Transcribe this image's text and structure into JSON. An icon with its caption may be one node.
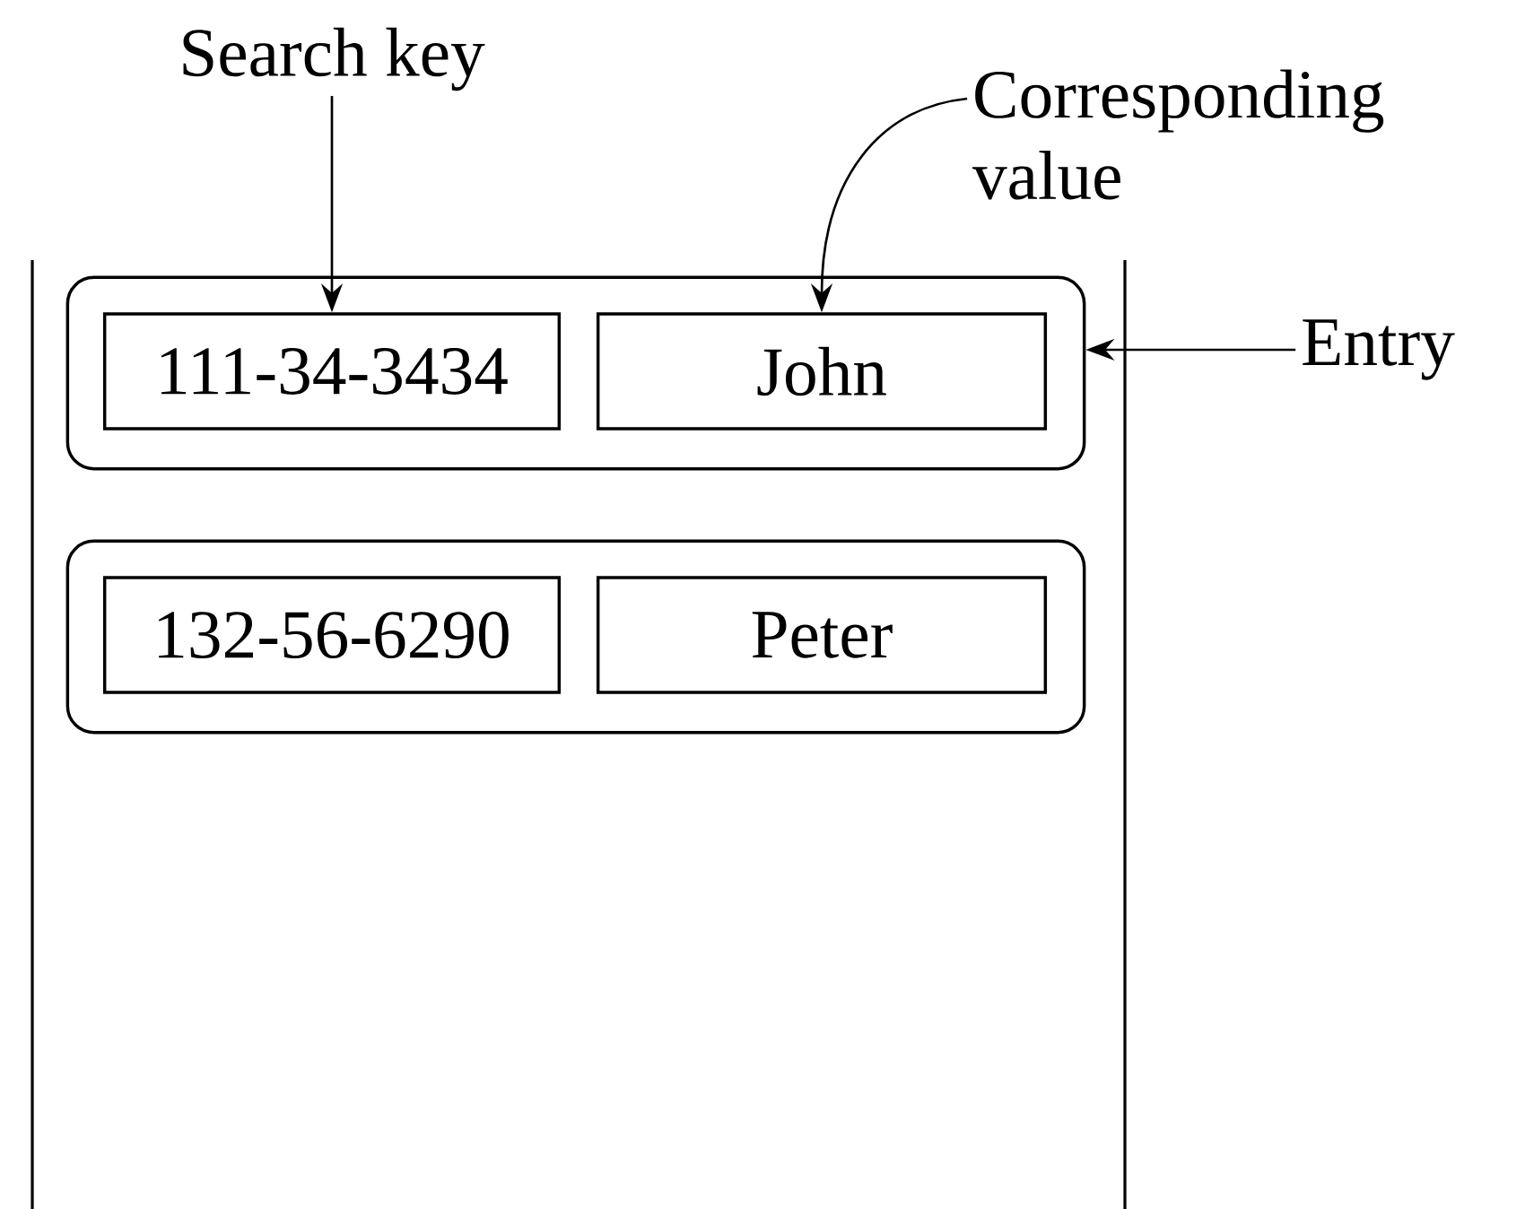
{
  "diagram": {
    "nodes": [
      {
        "text": [
          "Search key"
        ]
      },
      {
        "text": [
          "Corresponding value"
        ]
      },
      {
        "text": [
          "Entry"
        ]
      },
      {
        "text": [],
        "shape": "box"
      },
      {
        "text": [
          "111-34-3434"
        ],
        "in": 3
      },
      {
        "text": [
          "John"
        ],
        "in": 3
      },
      {
        "text": [],
        "shape": "box"
      },
      {
        "text": [
          "132-56-6290"
        ],
        "in": 6
      },
      {
        "text": [
          "Peter"
        ],
        "in": 6
      }
    ],
    "edges": [
      {
        "from": 0,
        "to": 4,
        "arrow": "to"
      },
      {
        "from": 1,
        "to": 5,
        "arrow": "to"
      },
      {
        "from": 2,
        "to": 3,
        "arrow": "to"
      }
    ]
  }
}
